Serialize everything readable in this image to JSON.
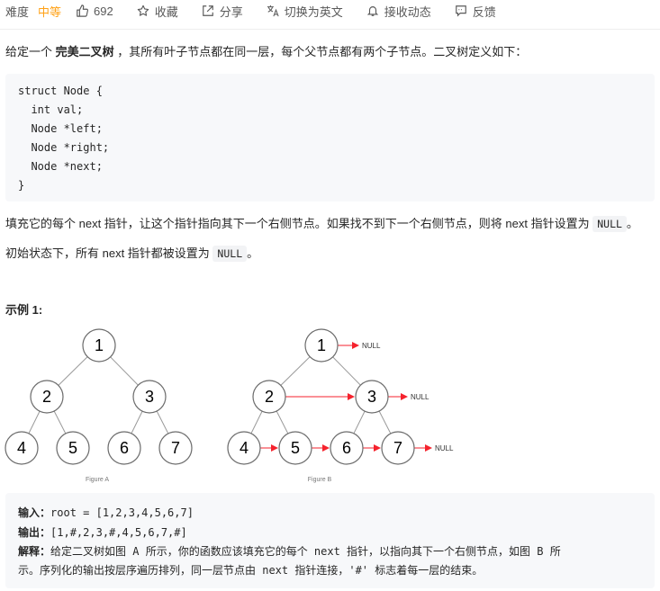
{
  "toolbar": {
    "difficulty_label": "难度",
    "difficulty_value": "中等",
    "likes": "692",
    "favorite": "收藏",
    "share": "分享",
    "switch_lang": "切换为英文",
    "notify": "接收动态",
    "feedback": "反馈"
  },
  "colors": {
    "accent": "#ffa116",
    "arrow": "#f5222d",
    "node_border": "#6b6b6b"
  },
  "description": {
    "p1_before": "给定一个 ",
    "p1_bold": "完美二叉树",
    "p1_after": " ，其所有叶子节点都在同一层，每个父节点都有两个子节点。二叉树定义如下：",
    "code_lines": [
      "struct Node {",
      "  int val;",
      "  Node *left;",
      "  Node *right;",
      "  Node *next;",
      "}"
    ],
    "p2_before": "填充它的每个 next 指针，让这个指针指向其下一个右侧节点。如果找不到下一个右侧节点，则将 next 指针设置为 ",
    "p2_code": "NULL",
    "p2_after": "。",
    "p3_before": "初始状态下，所有 next 指针都被设置为 ",
    "p3_code": "NULL",
    "p3_after": "。"
  },
  "example": {
    "title": "示例 1:",
    "tree_nodes": [
      "1",
      "2",
      "3",
      "4",
      "5",
      "6",
      "7"
    ],
    "figure_a_caption": "Figure A",
    "figure_b_caption": "Figure B",
    "null_label": "NULL",
    "input_label": "输入：",
    "input_value": "root = [1,2,3,4,5,6,7]",
    "output_label": "输出：",
    "output_value": "[1,#,2,3,#,4,5,6,7,#]",
    "explain_label": "解释：",
    "explain_line1": "给定二叉树如图 A 所示，你的函数应该填充它的每个 next 指针，以指向其下一个右侧节点，如图 B 所",
    "explain_line2": "示。序列化的输出按层序遍历排列，同一层节点由 next 指针连接，'#' 标志着每一层的结束。"
  }
}
